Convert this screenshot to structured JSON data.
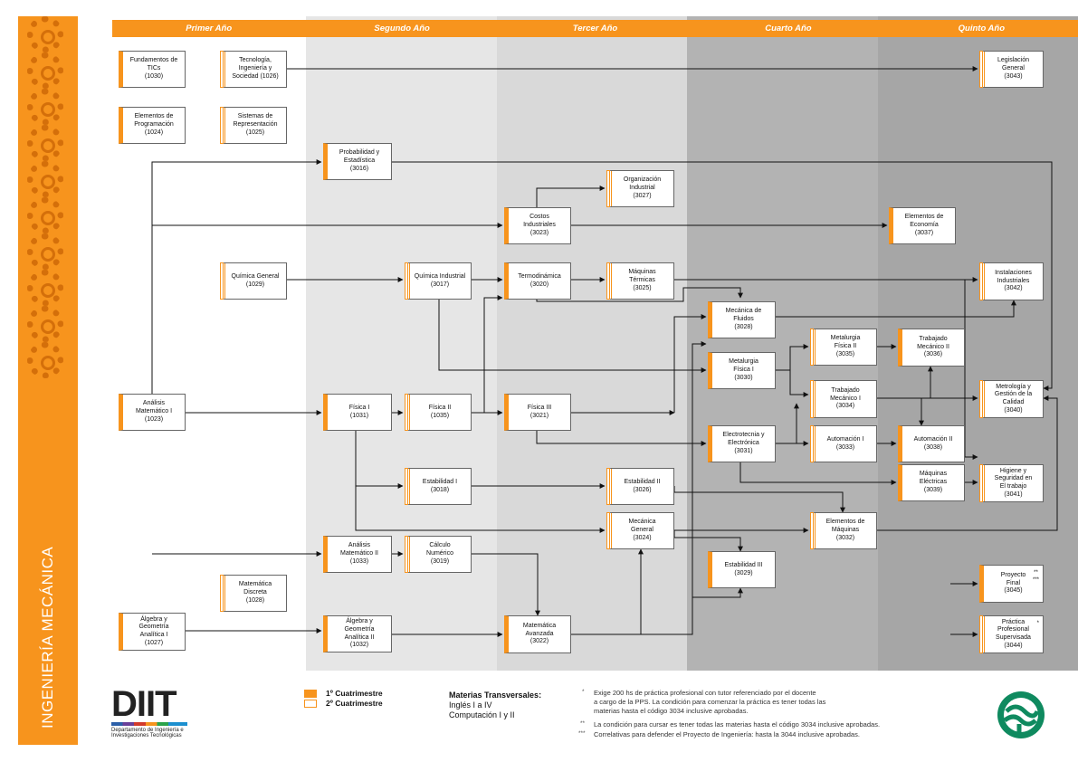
{
  "sidebar": {
    "title": "INGENIERÍA MECÁNICA"
  },
  "years": [
    "Primer Año",
    "Segundo Año",
    "Tercer Año",
    "Cuarto Año",
    "Quinto Año"
  ],
  "courses": {
    "c1030": {
      "name": "Fundamentos de\nTICs\n(1030)"
    },
    "c1024": {
      "name": "Elementos de\nProgramación\n(1024)"
    },
    "c1023": {
      "name": "Análisis\nMatemático I\n(1023)"
    },
    "c1027": {
      "name": "Álgebra y\nGeometría\nAnalítica I\n(1027)"
    },
    "c1026": {
      "name": "Tecnología,\nIngeniería y\nSociedad (1026)"
    },
    "c1025": {
      "name": "Sistemas de\nRepresentación\n(1025)"
    },
    "c1029": {
      "name": "Química General\n(1029)"
    },
    "c1028": {
      "name": "Matemática\nDiscreta\n(1028)"
    },
    "c3016": {
      "name": "Probabilidad y\nEstadística\n(3016)"
    },
    "c1031": {
      "name": "Física I\n(1031)"
    },
    "c1033": {
      "name": "Análisis\nMatemático II\n(1033)"
    },
    "c1032": {
      "name": "Álgebra y\nGeometría\nAnalítica II\n(1032)"
    },
    "c3017": {
      "name": "Química Industrial\n(3017)"
    },
    "c1035": {
      "name": "Física II\n(1035)"
    },
    "c3018": {
      "name": "Estabilidad I\n(3018)"
    },
    "c3019": {
      "name": "Cálculo\nNumérico\n(3019)"
    },
    "c3023": {
      "name": "Costos\nIndustriales\n(3023)"
    },
    "c3020": {
      "name": "Termodinámica\n(3020)"
    },
    "c3021": {
      "name": "Física III\n(3021)"
    },
    "c3022": {
      "name": "Matemática\nAvanzada\n(3022)"
    },
    "c3027": {
      "name": "Organización\nIndustrial\n(3027)"
    },
    "c3025": {
      "name": "Máquinas\nTérmicas\n(3025)"
    },
    "c3026": {
      "name": "Estabilidad II\n(3026)"
    },
    "c3024": {
      "name": "Mecánica\nGeneral\n(3024)"
    },
    "c3028": {
      "name": "Mecánica de\nFluidos\n(3028)"
    },
    "c3030": {
      "name": "Metalurgia\nFísica I\n(3030)"
    },
    "c3031": {
      "name": "Electrotecnia y\nElectrónica\n(3031)"
    },
    "c3029": {
      "name": "Estabilidad III\n(3029)"
    },
    "c3035": {
      "name": "Metalurgia\nFísica II\n(3035)"
    },
    "c3034": {
      "name": "Trabajado\nMecánico I\n(3034)"
    },
    "c3033": {
      "name": "Automación I\n(3033)"
    },
    "c3037": {
      "name": "Elementos de\nEconomía\n(3037)"
    },
    "c3036": {
      "name": "Trabajado\nMecánico II\n(3036)"
    },
    "c3038": {
      "name": "Automación II\n(3038)"
    },
    "c3039": {
      "name": "Máquinas\nEléctricas\n(3039)"
    },
    "c3032": {
      "name": "Elementos de\nMáquinas\n(3032)"
    },
    "c3043": {
      "name": "Legislación\nGeneral\n(3043)"
    },
    "c3042": {
      "name": "Instalaciones\nIndustriales\n(3042)"
    },
    "c3040": {
      "name": "Metrología y\nGestión de la\nCalidad\n(3040)"
    },
    "c3041": {
      "name": "Higiene y\nSeguridad en\nEl trabajo\n(3041)"
    },
    "c3045": {
      "name": "Proyecto\nFinal\n(3045)",
      "mark": "**\n***"
    },
    "c3044": {
      "name": "Práctica\nProfesional\nSupervisada\n(3044)",
      "mark": "*"
    }
  },
  "legend": {
    "first": "1º Cuatrimestre",
    "second": "2º Cuatrimestre"
  },
  "transversal": {
    "title": "Materias Transversales:",
    "line1": "Inglés I a IV",
    "line2": "Computación I y II"
  },
  "notes": [
    {
      "mark": "*",
      "text": "Exige 200 hs de práctica profesional con tutor referenciado por el docente\na cargo de la PPS. La condición para comenzar la práctica es tener todas las\nmaterias hasta el código 3034 inclusive aprobadas."
    },
    {
      "mark": "**",
      "text": "La condición para cursar es tener todas las materias hasta el código 3034 inclusive aprobadas."
    },
    {
      "mark": "***",
      "text": "Correlativas para defender el Proyecto de Ingeniería: hasta la 3044 inclusive aprobadas."
    }
  ],
  "logo": {
    "acronym": "DIIT",
    "line1": "Departamento de Ingeniería e",
    "line2": "Investigaciones Tecnológicas"
  },
  "colors": {
    "orange": "#f7941d",
    "year2": "#e6e6e6",
    "year3": "#d9d9d9",
    "year4": "#b3b3b3",
    "year5": "#a6a6a6",
    "unlam": "#0f8a5f"
  }
}
